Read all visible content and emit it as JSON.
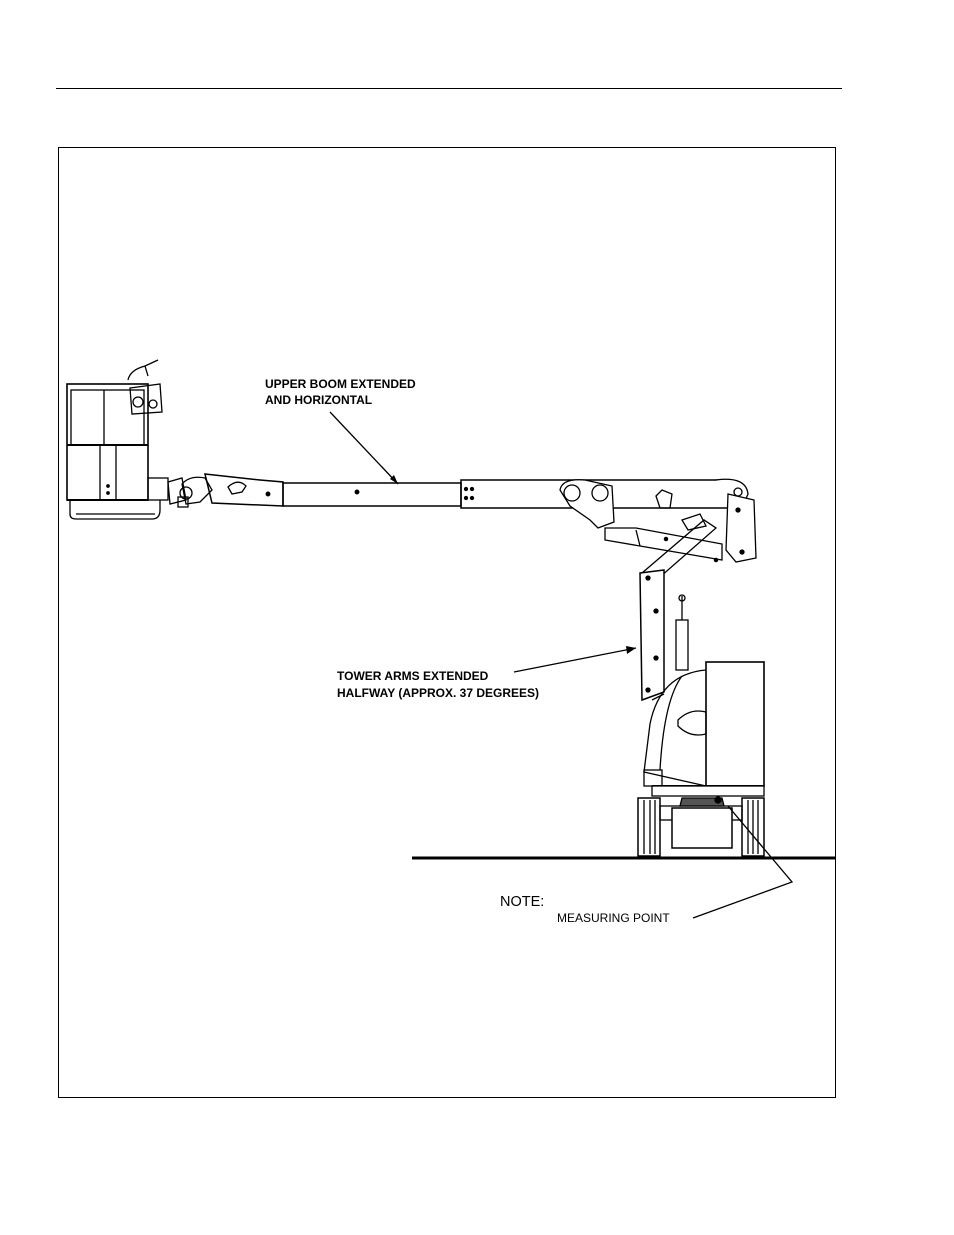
{
  "labels": {
    "upper_boom": [
      "UPPER BOOM EXTENDED",
      "AND HORIZONTAL"
    ],
    "tower_arms": [
      "TOWER ARMS EXTENDED",
      "HALFWAY (APPROX. 37 DEGREES)"
    ],
    "note": "NOTE:",
    "measuring_point": "MEASURING POINT"
  },
  "icons": [
    "aerial-work-platform-illustration"
  ]
}
